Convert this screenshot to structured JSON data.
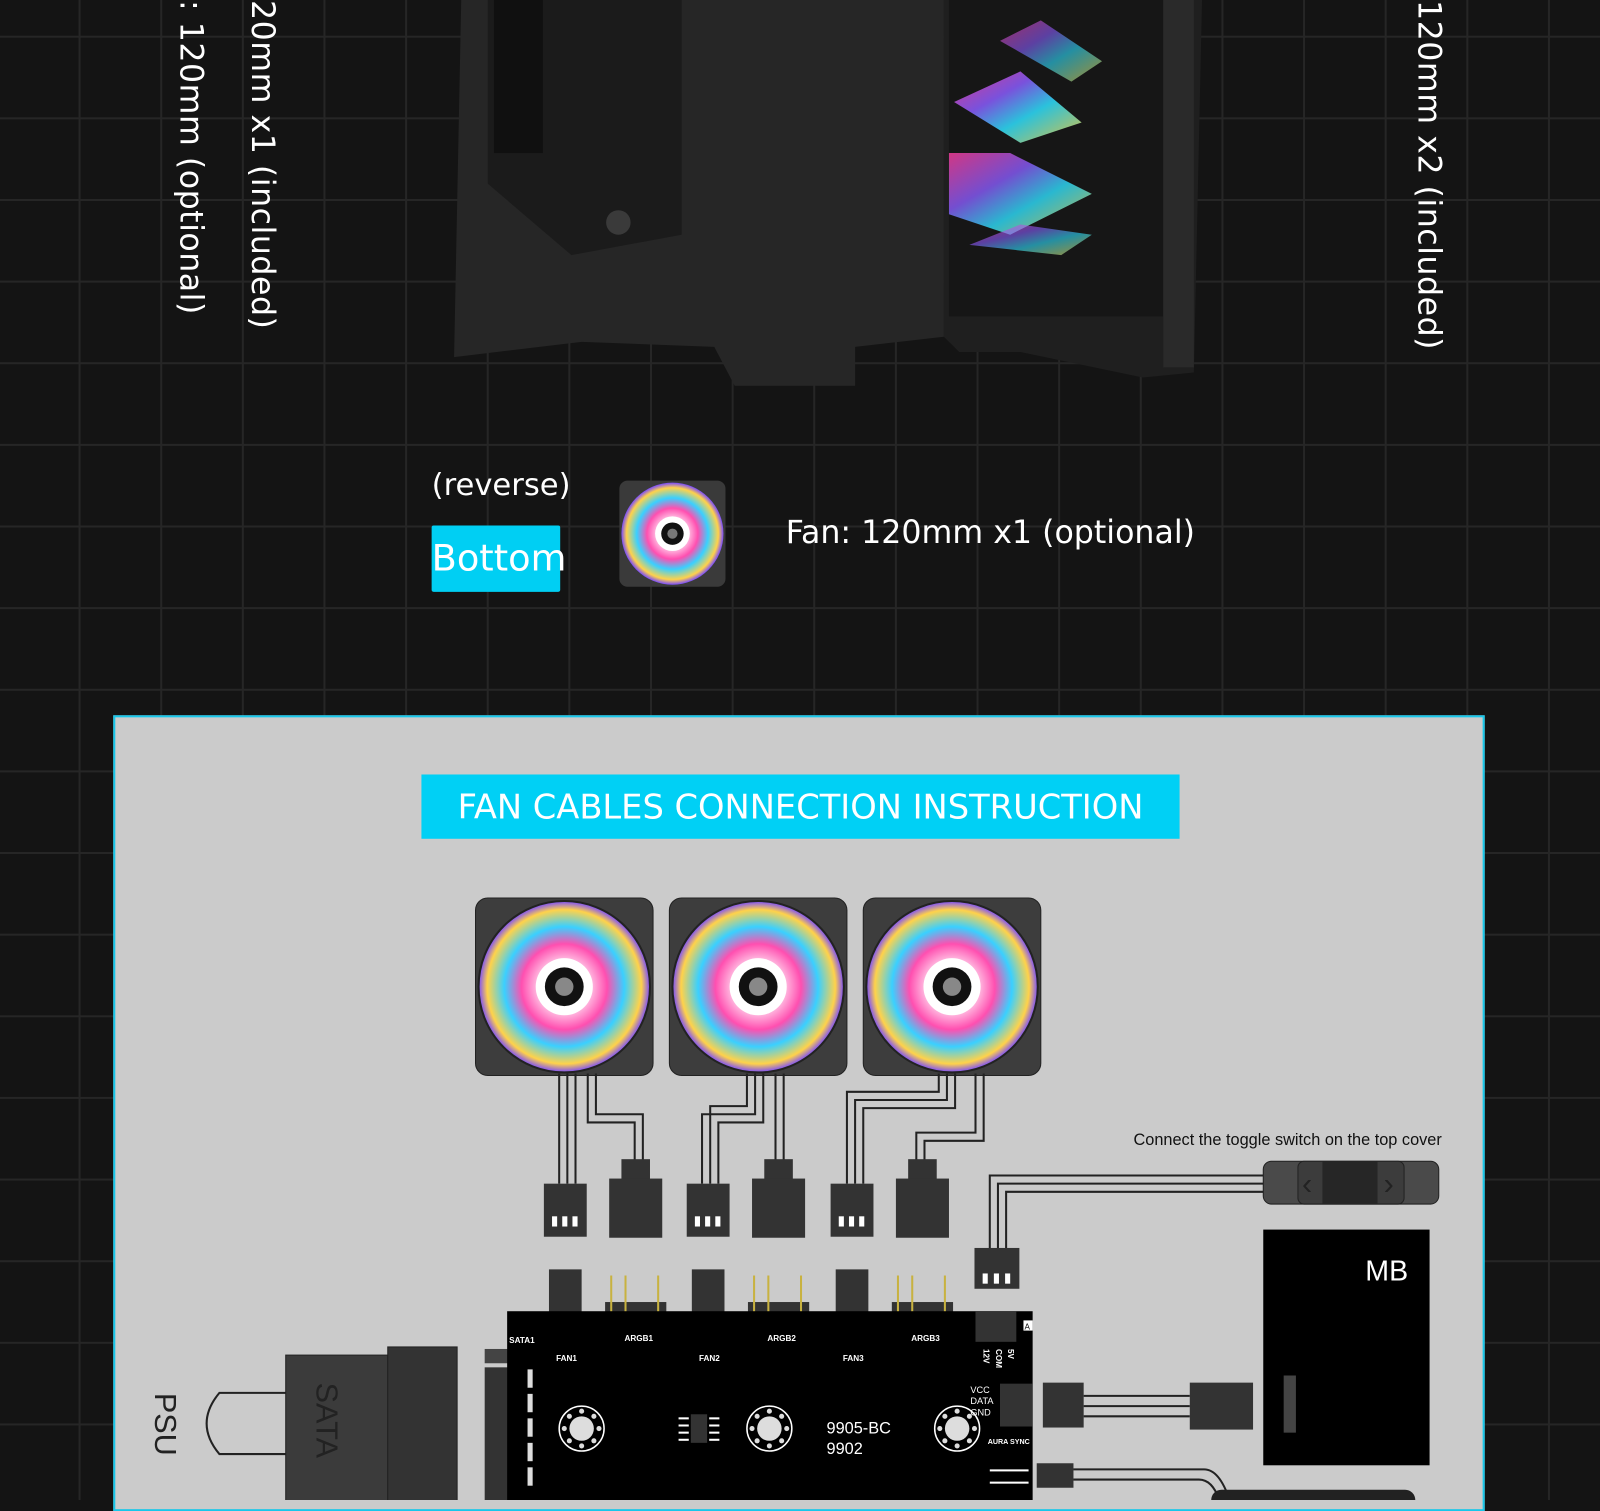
{
  "labels": {
    "left_optional": ": 120mm (optional)",
    "left_included": "20mm x1 (included)",
    "right_included": "120mm x2 (included)",
    "reverse": "(reverse)",
    "bottom": "Bottom",
    "fan_bottom": "Fan: 120mm x1 (optional)"
  },
  "instruction": {
    "title": "FAN CABLES CONNECTION INSTRUCTION",
    "toggle_note": "Connect the toggle switch on the top cover",
    "mb": "MB",
    "psu": "PSU",
    "sata": "SATA",
    "board": {
      "sata1": "SATA1",
      "fans": [
        "FAN1",
        "FAN2",
        "FAN3"
      ],
      "argb": [
        "ARGB1",
        "ARGB2",
        "ARGB3"
      ],
      "model_line1": "9905-BC",
      "model_line2": "9902",
      "pins_12v": "12V",
      "pins_com": "COM",
      "pins_5v": "5V",
      "vcc": "VCC",
      "data": "DATA",
      "gnd": "GND",
      "aura": "AURA SYNC",
      "corner": "A"
    }
  },
  "colors": {
    "accent": "#00d0f5",
    "panel": "#cbcbcb",
    "background": "#141414"
  }
}
